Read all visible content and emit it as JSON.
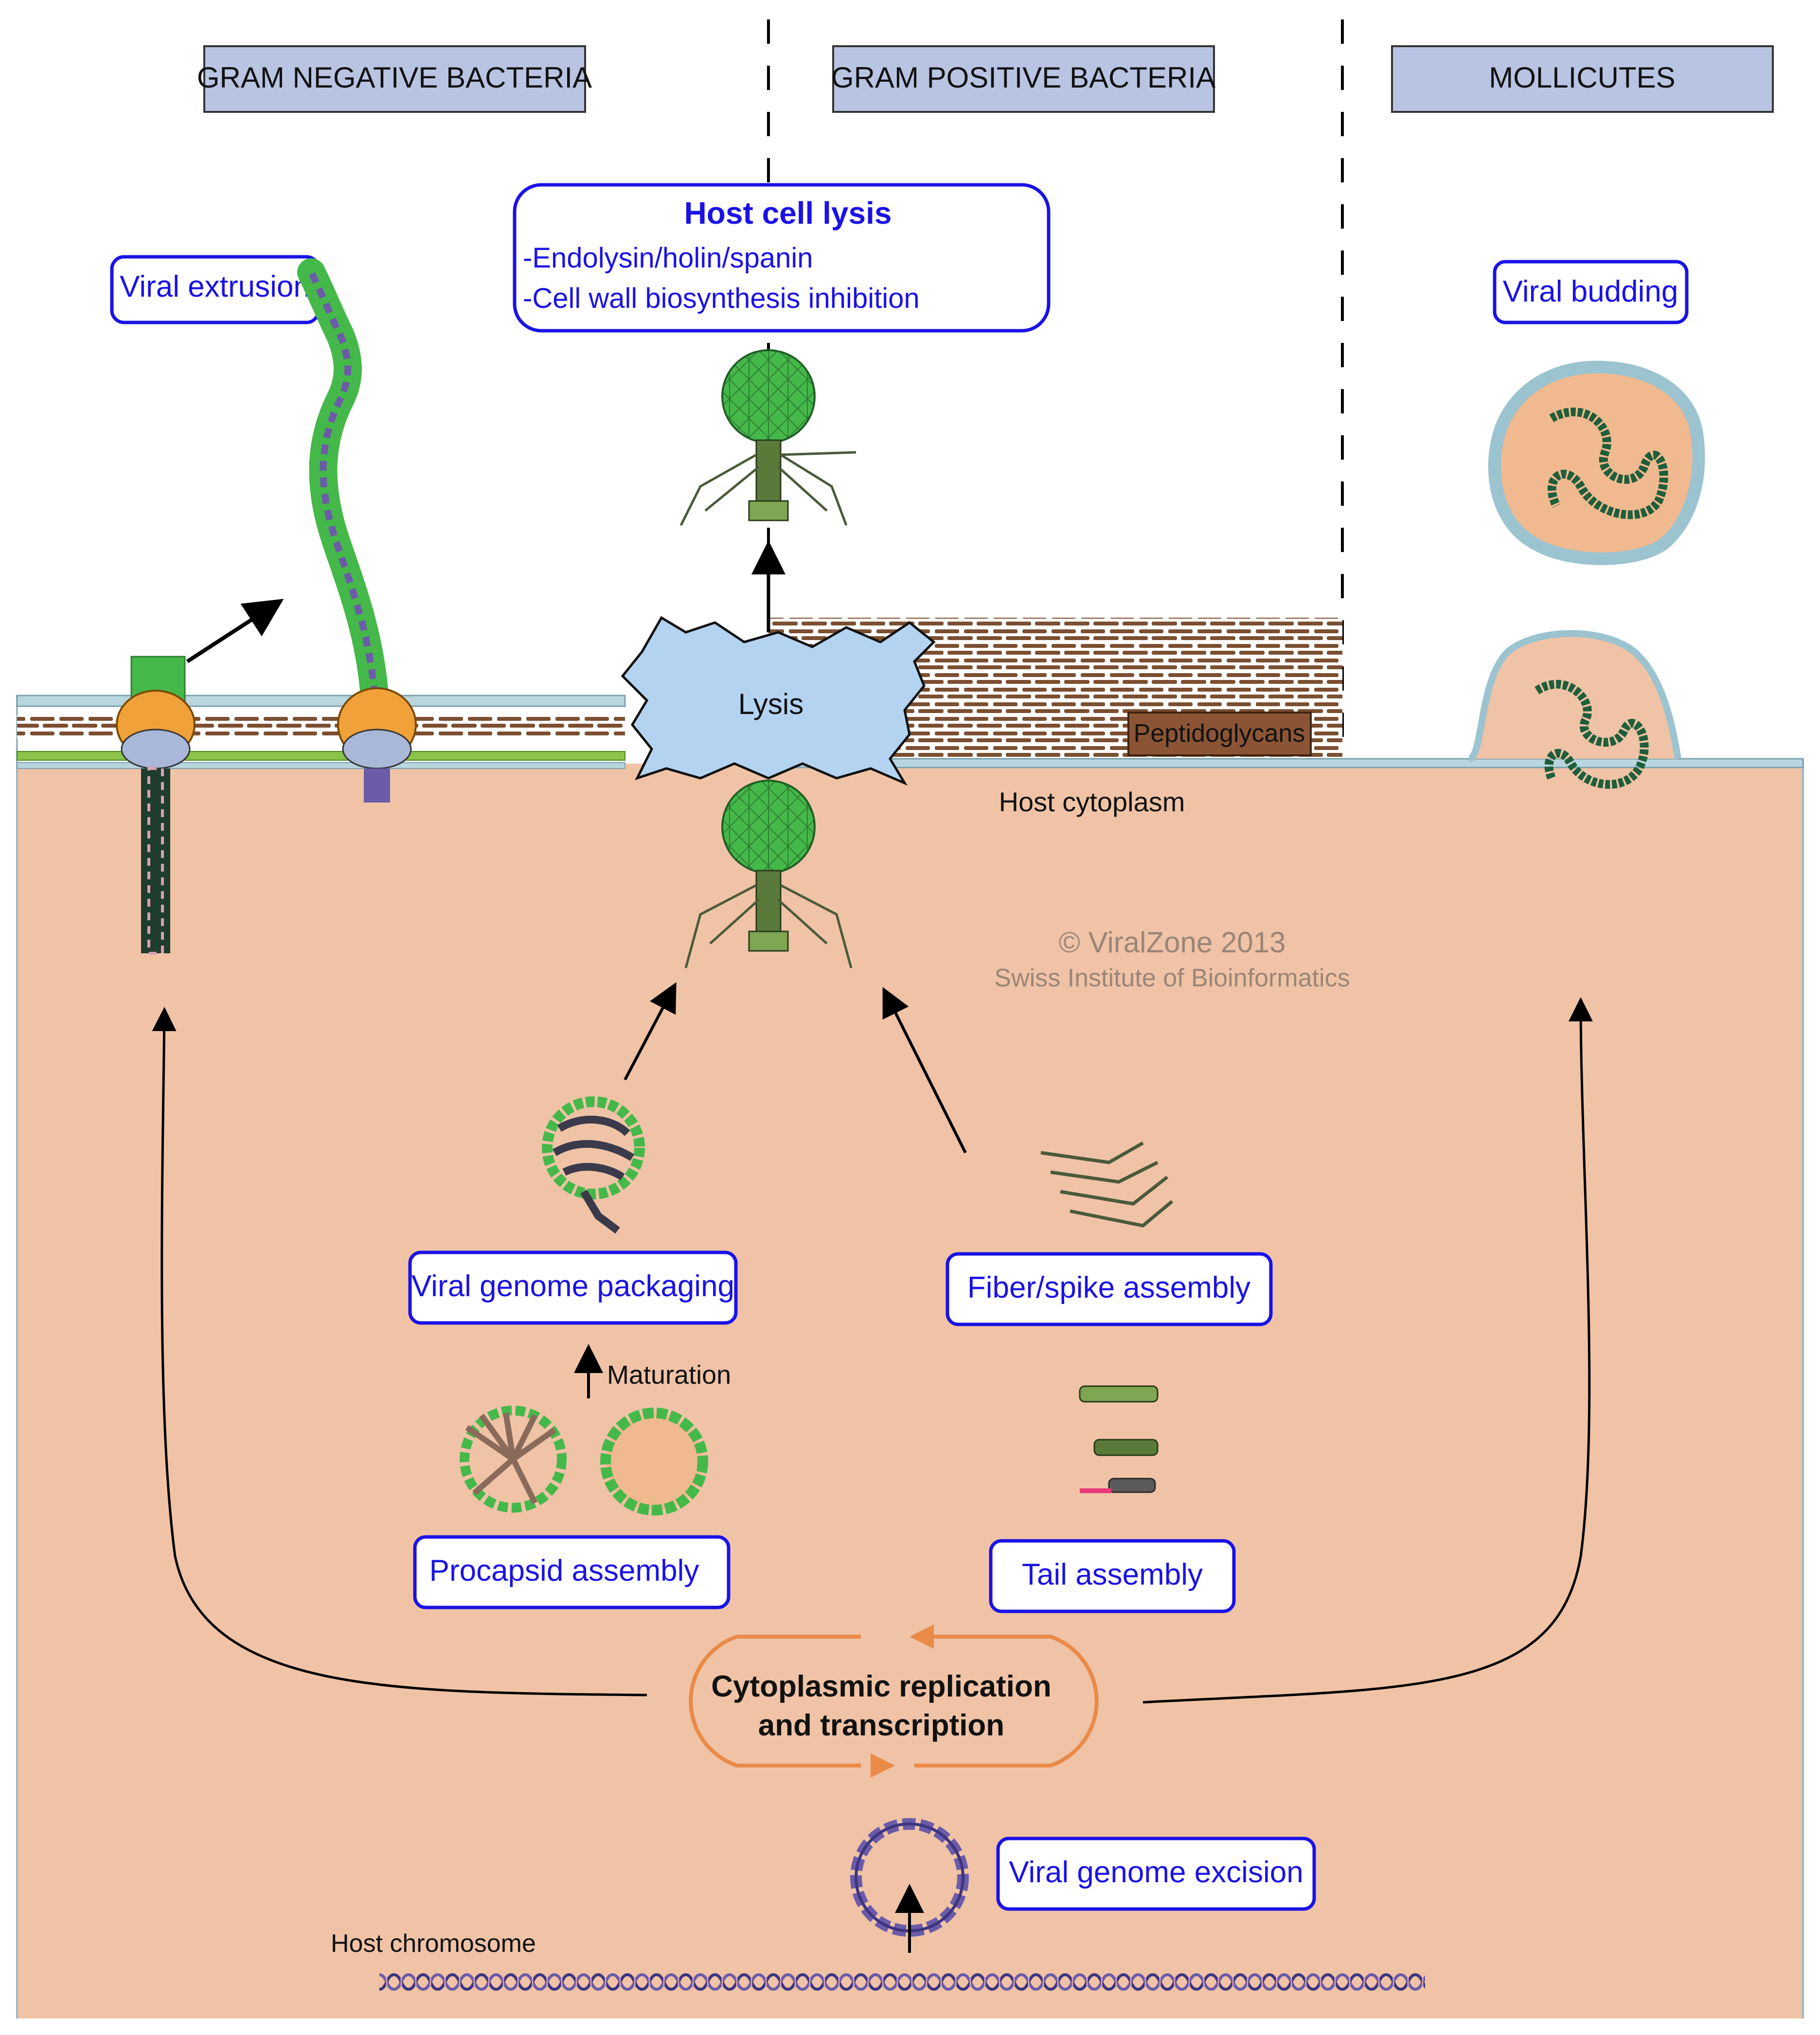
{
  "headers": {
    "gram_negative": "GRAM NEGATIVE BACTERIA",
    "gram_positive": "GRAM POSITIVE BACTERIA",
    "mollicutes": "MOLLICUTES"
  },
  "labels": {
    "viral_extrusion": "Viral extrusion",
    "host_cell_lysis_title": "Host cell lysis",
    "host_cell_lysis_line1": "-Endolysin/holin/spanin",
    "host_cell_lysis_line2": "-Cell wall biosynthesis inhibition",
    "viral_budding": "Viral budding",
    "lysis": "Lysis",
    "peptidoglycans": "Peptidoglycans",
    "host_cytoplasm": "Host cytoplasm",
    "copyright_line1": "© ViralZone 2013",
    "copyright_line2": "Swiss Institute of Bioinformatics",
    "viral_genome_packaging": "Viral genome packaging",
    "fiber_spike_assembly": "Fiber/spike assembly",
    "maturation": "Maturation",
    "procapsid_assembly": "Procapsid assembly",
    "tail_assembly": "Tail assembly",
    "cytoplasmic_replication_line1": "Cytoplasmic replication",
    "cytoplasmic_replication_line2": "and transcription",
    "viral_genome_excision": "Viral genome excision",
    "host_chromosome": "Host chromosome"
  },
  "colors": {
    "header_fill": "#b8c4e2",
    "label_box_border": "#1a12e6",
    "label_text": "#1a12e6",
    "cytoplasm": "#f0c3a6",
    "membrane": "#b9d6df",
    "lysis_burst": "#b3d3f1",
    "peptidoglycan": "#7b4f31",
    "capsid_green": "#45b84a",
    "replication_cycle": "#e98a48",
    "dna_purple": "#6b5ba8"
  }
}
